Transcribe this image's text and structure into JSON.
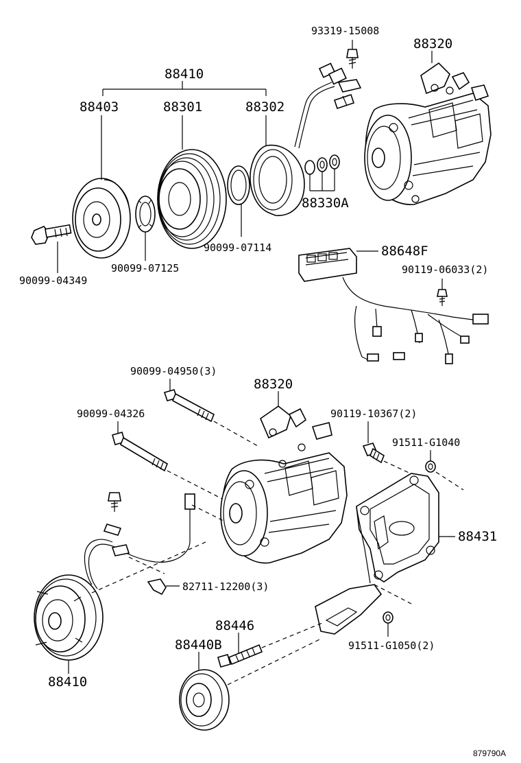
{
  "labels": {
    "p93319_15008": "93319-15008",
    "p88320_top": "88320",
    "p88410_top": "88410",
    "p88403": "88403",
    "p88301": "88301",
    "p88302": "88302",
    "p88330a": "88330A",
    "p90099_07114": "90099-07114",
    "p90099_07125": "90099-07125",
    "p90099_04349": "90099-04349",
    "p88648f": "88648F",
    "p90119_06033": "90119-06033(2)",
    "p90099_04950": "90099-04950(3)",
    "p88320_mid": "88320",
    "p90099_04326": "90099-04326",
    "p90119_10367": "90119-10367(2)",
    "p91511_g1040": "91511-G1040",
    "p88431": "88431",
    "p82711_12200": "82711-12200(3)",
    "p88446": "88446",
    "p88440b": "88440B",
    "p91511_g1050": "91511-G1050(2)",
    "p88410_bottom": "88410",
    "figure_code": "879790A"
  }
}
